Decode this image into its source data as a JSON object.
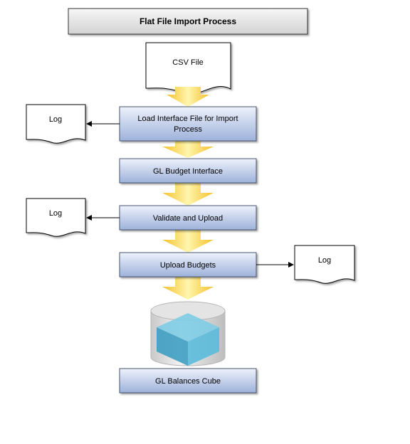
{
  "title": "Flat File Import Process",
  "source_document": "CSV File",
  "steps": {
    "load_interface": [
      "Load Interface File for Import",
      "Process"
    ],
    "gl_budget_interface": "GL Budget Interface",
    "validate_upload": "Validate and Upload",
    "upload_budgets": "Upload Budgets",
    "gl_balances_cube": "GL Balances Cube"
  },
  "logs": {
    "load_log": "Log",
    "validate_log": "Log",
    "upload_log": "Log"
  },
  "colors": {
    "step_fill_top": "#e6ecf8",
    "step_fill_bottom": "#9fb3dc",
    "arrow_light": "#fff3a0",
    "arrow_dark": "#f3b82b",
    "cube": "#4fb0d2"
  }
}
